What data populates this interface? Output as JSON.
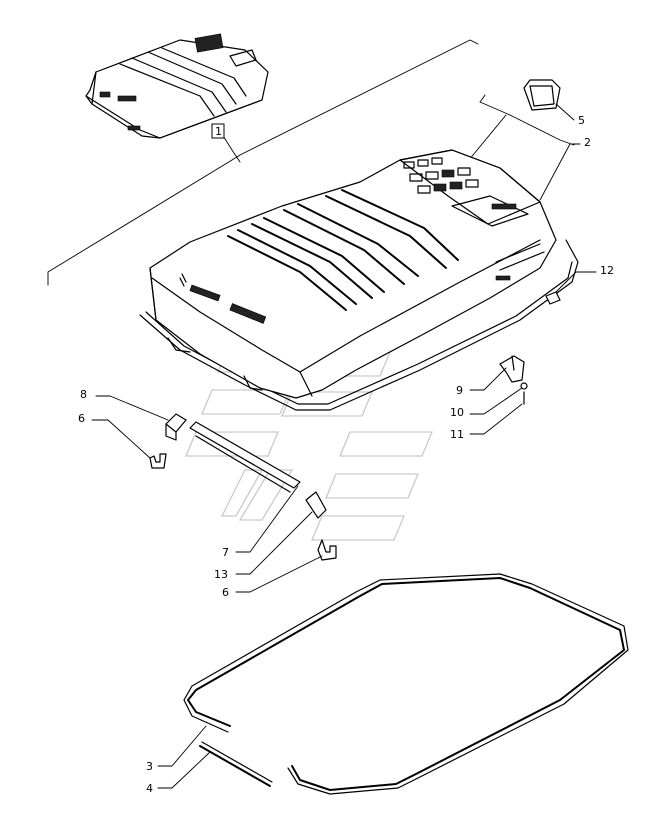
{
  "parts": [
    {
      "id": "p1",
      "label": "1",
      "boxed": true
    },
    {
      "id": "p2",
      "label": "2"
    },
    {
      "id": "p3",
      "label": "3"
    },
    {
      "id": "p4",
      "label": "4"
    },
    {
      "id": "p5",
      "label": "5"
    },
    {
      "id": "p6a",
      "label": "6"
    },
    {
      "id": "p6b",
      "label": "6"
    },
    {
      "id": "p7",
      "label": "7"
    },
    {
      "id": "p8",
      "label": "8"
    },
    {
      "id": "p9",
      "label": "9"
    },
    {
      "id": "p10",
      "label": "10"
    },
    {
      "id": "p11",
      "label": "11"
    },
    {
      "id": "p12",
      "label": "12"
    },
    {
      "id": "p13",
      "label": "13"
    }
  ],
  "colors": {
    "line": "#000000",
    "watermark": "#c9c9c9",
    "background": "#ffffff"
  }
}
